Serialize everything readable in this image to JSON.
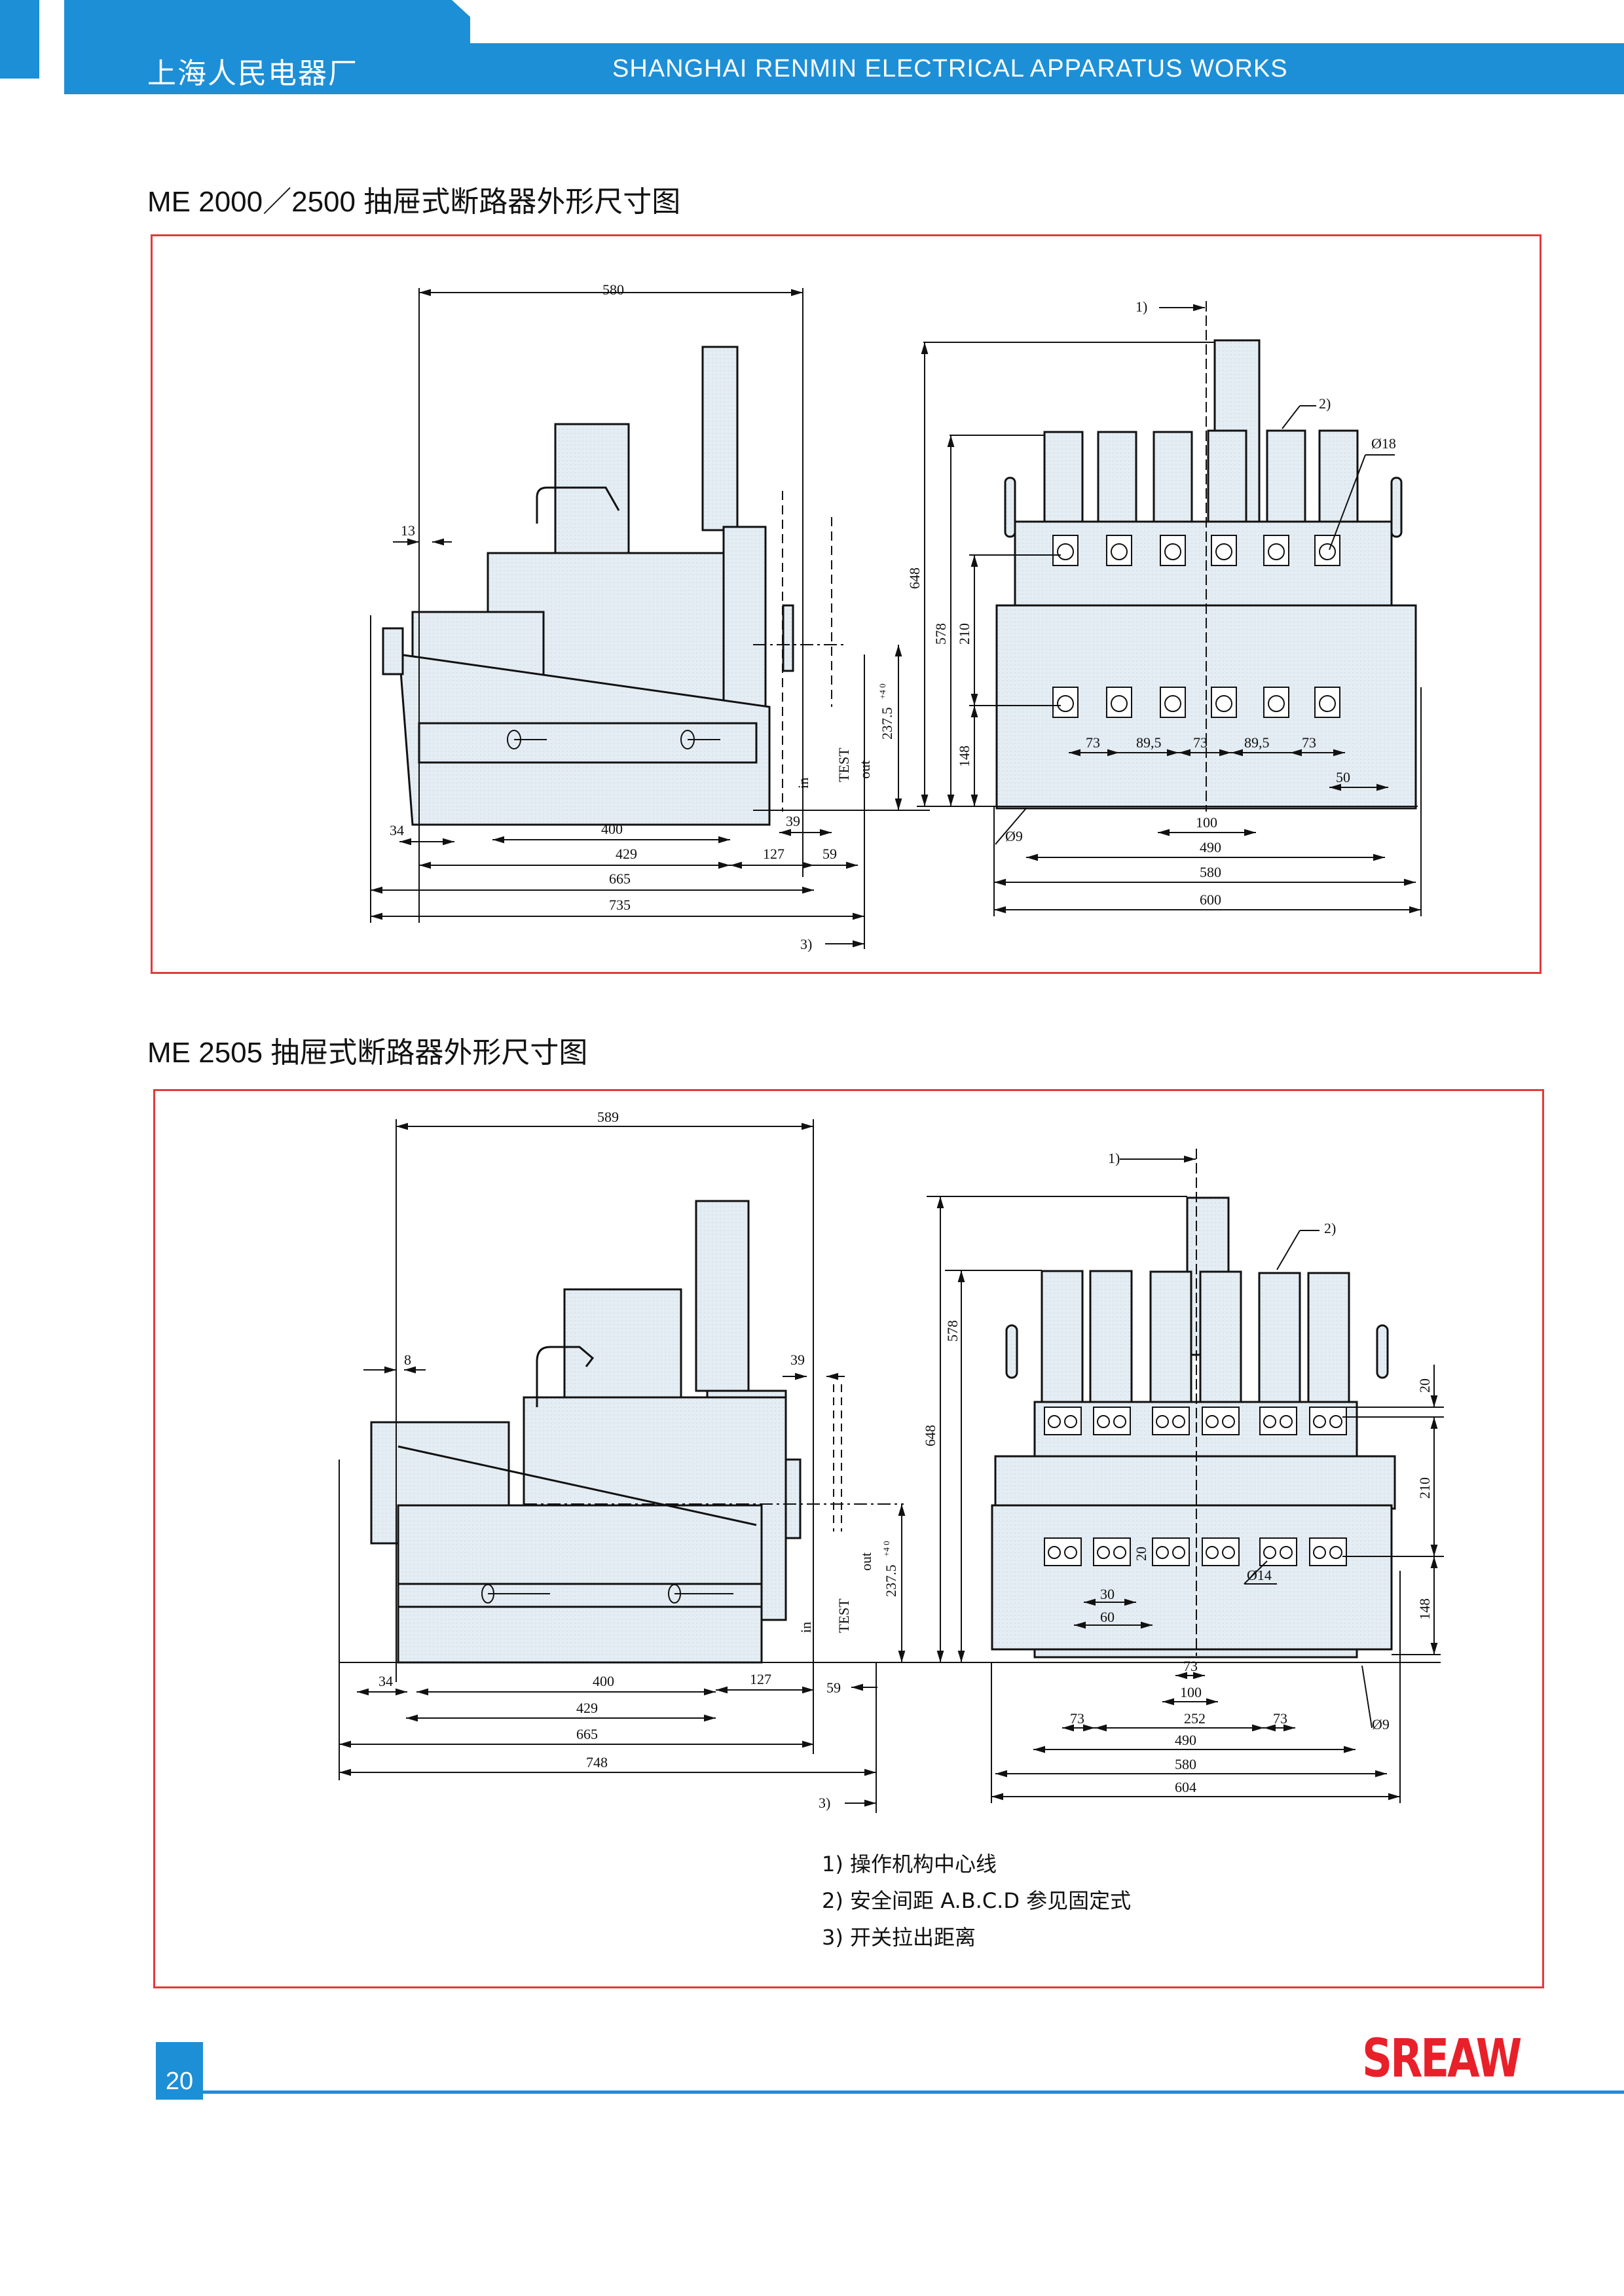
{
  "header": {
    "company_cn": "上海人民电器厂",
    "company_en": "SHANGHAI  RENMIN  ELECTRICAL  APPARATUS  WORKS"
  },
  "colors": {
    "brand_blue": "#1d8fd6",
    "frame_red": "#e33a3a",
    "logo_red": "#e8202a",
    "part_fill": "#e6eef4"
  },
  "drawing1": {
    "title": "ME 2000／2500 抽屉式断路器外形尺寸图",
    "side": {
      "top_width": "580",
      "front_offset": "13",
      "d34": "34",
      "d400": "400",
      "d429": "429",
      "d127": "127",
      "d59": "59",
      "d39": "39",
      "d665": "665",
      "d735": "735",
      "d237": "237.5",
      "tol": "+4 0",
      "pos_in": "in",
      "pos_test": "TEST",
      "pos_out": "out",
      "note3": "3)"
    },
    "front": {
      "note1": "1)",
      "note2": "2)",
      "hole": "Ø18",
      "mount_hole": "Ø9",
      "h648": "648",
      "h578": "578",
      "h210": "210",
      "h148": "148",
      "pitch": [
        "73",
        "89,5",
        "73",
        "89,5",
        "73"
      ],
      "d50": "50",
      "d100": "100",
      "d490": "490",
      "d580": "580",
      "d600": "600"
    }
  },
  "drawing2": {
    "title": "ME 2505 抽屉式断路器外形尺寸图",
    "side": {
      "top_width": "589",
      "front_offset": "8",
      "d34": "34",
      "d400": "400",
      "d429": "429",
      "d127": "127",
      "d59": "59",
      "d39": "39",
      "d665": "665",
      "d748": "748",
      "d237": "237.5",
      "tol": "+4 0",
      "pos_in": "in",
      "pos_test": "TEST",
      "pos_out": "out",
      "note3": "3)"
    },
    "front": {
      "note1": "1)",
      "note2": "2)",
      "hole": "Ø14",
      "mount_hole": "Ø9",
      "h648": "648",
      "h578": "578",
      "h20": "20",
      "h210": "210",
      "h148": "148",
      "v20": "20",
      "d30": "30",
      "d60": "60",
      "d73c": "73",
      "d100": "100",
      "d73l": "73",
      "d252": "252",
      "d73r": "73",
      "d490": "490",
      "d580": "580",
      "d604": "604"
    }
  },
  "notes": [
    "1) 操作机构中心线",
    "2) 安全间距 A.B.C.D 参见固定式",
    "3) 开关拉出距离"
  ],
  "footer": {
    "page": "20",
    "logo": "SREAW"
  }
}
